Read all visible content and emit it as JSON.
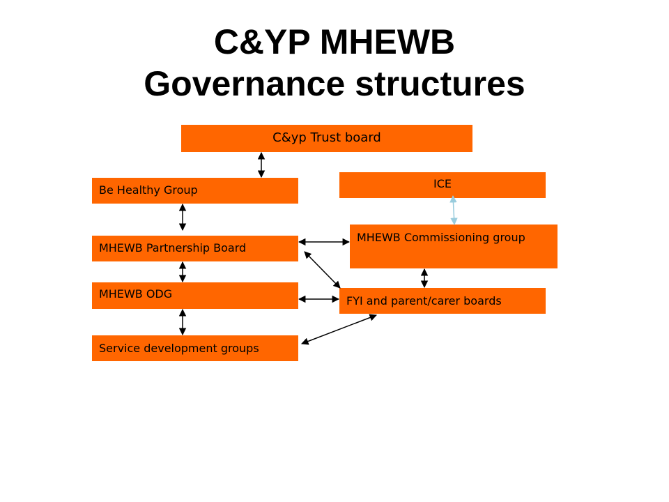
{
  "title": {
    "line1": "C&YP MHEWB",
    "line2": "Governance structures"
  },
  "nodes": {
    "trust_board": "C&yp Trust board",
    "be_healthy": "Be Healthy Group",
    "ice": "ICE",
    "partnership_board": "MHEWB Partnership Board",
    "commissioning": "MHEWB Commissioning group",
    "odg": "MHEWB ODG",
    "fyi_boards": "FYI and parent/carer boards",
    "service_dev": "Service development groups"
  },
  "colors": {
    "box_fill": "#ff6600",
    "arrow": "#000000",
    "ice_link": "#99ccdd"
  }
}
